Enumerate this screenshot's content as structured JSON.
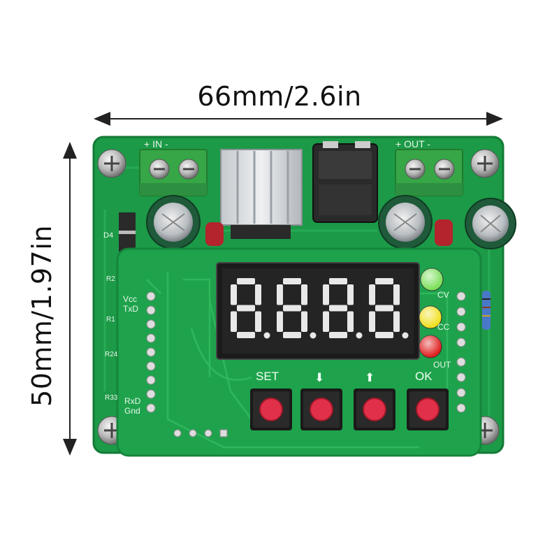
{
  "dimensions": {
    "width_label": "66mm/2.6in",
    "height_label": "50mm/1.97in"
  },
  "terminals": {
    "input_label": "+ IN -",
    "output_label": "+ OUT -"
  },
  "header_pins": {
    "labels": [
      "Vcc",
      "TxD",
      "RxD",
      "Gnd"
    ]
  },
  "indicator_leds": [
    {
      "label": "CV",
      "color": "#7be05a"
    },
    {
      "label": "CC",
      "color": "#f0e020"
    },
    {
      "label": "OUT",
      "color": "#e02020"
    }
  ],
  "buttons": [
    {
      "label": "SET"
    },
    {
      "label": "⬇"
    },
    {
      "label": "⬆"
    },
    {
      "label": "OK"
    }
  ],
  "component_refs": [
    "D4",
    "R2",
    "R1",
    "R24",
    "R33"
  ],
  "display": {
    "digits": "8.8.8.8.",
    "digit_color": "#e8e8e8"
  },
  "colors": {
    "pcb": "#1e9e4a",
    "pcb_dark": "#168a3c",
    "display_face": "#1b1b1b",
    "button_cap": "#e0304a",
    "terminal_block": "#3aa84a",
    "heatsink": "#d7dade"
  }
}
